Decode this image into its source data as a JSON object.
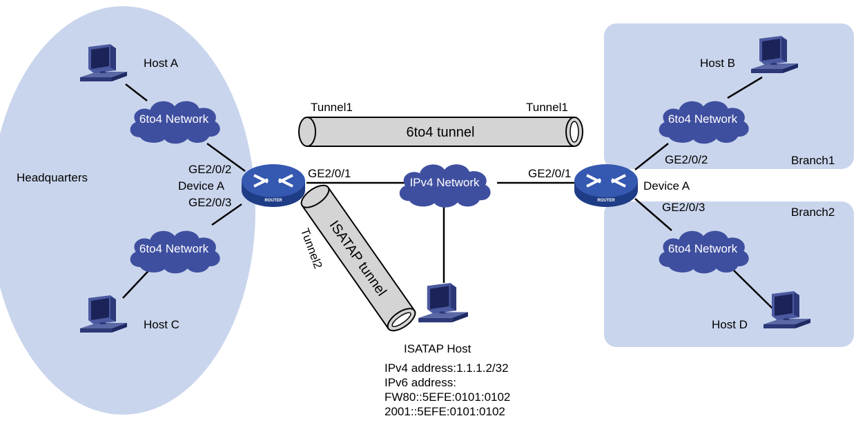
{
  "regions": {
    "headquarters": "Headquarters",
    "branch1": "Branch1",
    "branch2": "Branch2"
  },
  "hosts": {
    "a": "Host  A",
    "b": "Host  B",
    "c": "Host  C",
    "d": "Host  D",
    "isatap": "ISATAP Host"
  },
  "clouds": {
    "six_to_four": "6to4 Network",
    "ipv4": "IPv4 Network"
  },
  "devices": {
    "left": "Device A",
    "right": "Device A",
    "router_badge": "ROUTER"
  },
  "ports": {
    "left_ge202": "GE2/0/2",
    "left_ge203": "GE2/0/3",
    "left_ge201": "GE2/0/1",
    "right_ge201": "GE2/0/1",
    "right_ge202": "GE2/0/2",
    "right_ge203": "GE2/0/3"
  },
  "tunnels": {
    "sixtofour_label": "6to4 tunnel",
    "sixtofour_left_end": "Tunnel1",
    "sixtofour_right_end": "Tunnel1",
    "isatap_label": "ISATAP tunnel",
    "isatap_end": "Tunnel2"
  },
  "isatap_info": {
    "ipv4": "IPv4 address:1.1.1.2/32",
    "ipv6_heading": "IPv6 address:",
    "ipv6_link_local": "FW80::5EFE:0101:0102",
    "ipv6_global": "2001::5EFE:0101:0102"
  },
  "colors": {
    "region_fill": "#c9d5ec",
    "cloud_fill": "#3f4fa0",
    "router_fill": "#2b4fa3",
    "tunnel_fill": "#d4d4d4"
  }
}
